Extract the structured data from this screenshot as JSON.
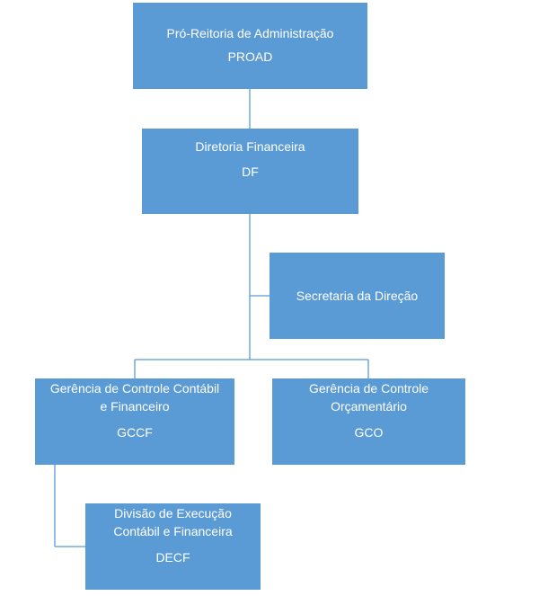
{
  "org_chart": {
    "proad": {
      "name": "Pró-Reitoria de Administração",
      "abbr": "PROAD"
    },
    "df": {
      "name": "Diretoria Financeira",
      "abbr": "DF"
    },
    "secretaria": {
      "name": "Secretaria da Direção"
    },
    "gccf": {
      "name_line1": "Gerência de Controle Contábil",
      "name_line2": "e Financeiro",
      "abbr": "GCCF"
    },
    "gco": {
      "name_line1": "Gerência de Controle",
      "name_line2": "Orçamentário",
      "abbr": "GCO"
    },
    "decf": {
      "name_line1": "Divisão de Execução",
      "name_line2": "Contábil e Financeira",
      "abbr": "DECF"
    }
  },
  "colors": {
    "box_fill": "#5b9bd5",
    "box_text": "#ffffff",
    "connector": "#5b9bd5"
  }
}
